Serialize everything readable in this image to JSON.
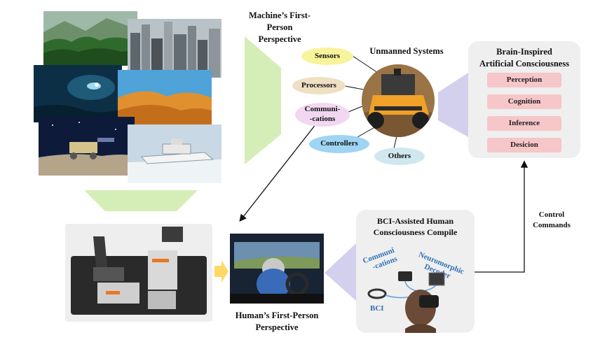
{
  "machine_perspective": {
    "line1": "Machine’s First-Person",
    "line2": "Perspective"
  },
  "unmanned_systems": {
    "title": "Unmanned Systems",
    "components": [
      "Sensors",
      "Processors",
      "Communi-",
      "-cations",
      "Controllers",
      "Others"
    ],
    "colors": {
      "sensors": "#f8f49a",
      "processors": "#efe0c4",
      "communications": "#f1d7f0",
      "controllers": "#9fd4f3",
      "others": "#cfe7ee"
    }
  },
  "brain_inspired": {
    "title_line1": "Brain-Inspired",
    "title_line2": "Artificial Consciousness",
    "items": [
      "Perception",
      "Cognition",
      "Inference",
      "Desicion"
    ]
  },
  "bci": {
    "title_line1": "BCI-Assisted Human",
    "title_line2": "Consciousness Compile",
    "labels": {
      "comm1": "Communi",
      "comm2": "-cations",
      "neuro1": "Neuromorphic",
      "neuro2": "Decoder",
      "bci": "BCI"
    }
  },
  "control_commands": {
    "line1": "Control",
    "line2": "Commands"
  },
  "human_perspective": {
    "line1": "Human’s First-Person",
    "line2": "Perspective"
  },
  "scene_photos": [
    "forest-photo",
    "city-photo",
    "underwater-cave-photo",
    "desert-photo",
    "lunar-rover-photo",
    "icebreaker-ship-photo"
  ],
  "colors": {
    "funnel_green": "#d5edb7",
    "funnel_purple": "#d3d0ee",
    "arrow_yellow": "#ffd966",
    "pink": "#f7c6c8",
    "panel_gray": "#efefef"
  }
}
